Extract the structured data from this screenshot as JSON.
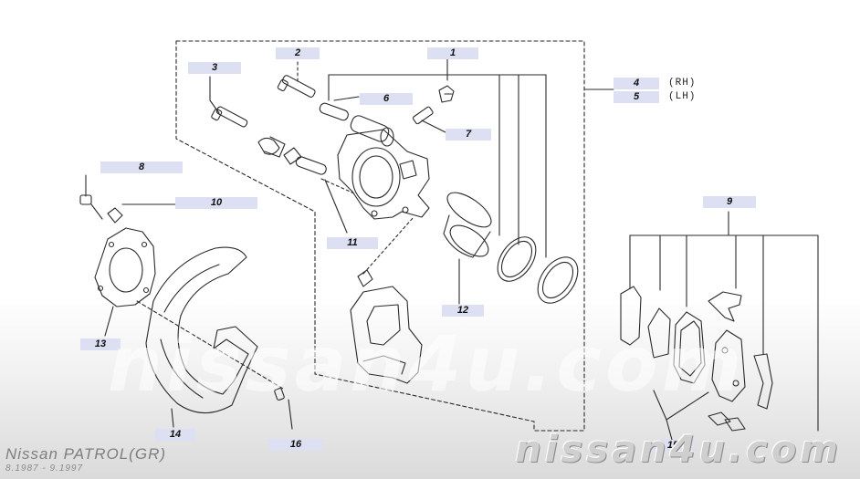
{
  "callouts": {
    "c1": "1",
    "c2": "2",
    "c3": "3",
    "c4": "4",
    "c5": "5",
    "c6": "6",
    "c7": "7",
    "c8": "8",
    "c9": "9",
    "c10": "10",
    "c11": "11",
    "c12": "12",
    "c13": "13",
    "c14": "14",
    "c15": "15",
    "c16": "16"
  },
  "side_labels": {
    "rh": "(RH)",
    "lh": "(LH)"
  },
  "watermark_center": "nissan4u.com",
  "watermark_corner": "nissan4u.com",
  "model_title": "Nissan PATROL(GR)",
  "date_range": "8.1987 - 9.1997"
}
